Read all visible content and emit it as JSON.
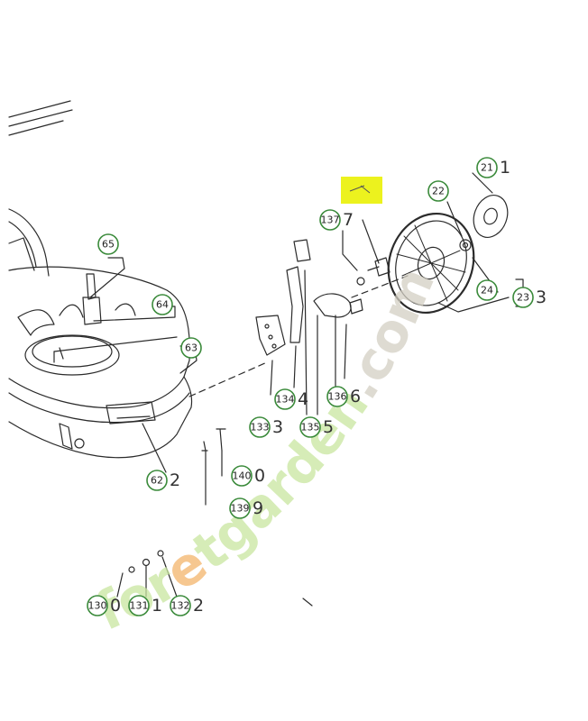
{
  "watermark": {
    "prefix": "for",
    "mid": "e",
    "suffix": "tgarden.com",
    "green": "#c9e6a0",
    "orange": "#f3b56c",
    "gray": "#d4d0c4"
  },
  "highlight_color": "#ecf21e",
  "callout_color": "#3a8a3a",
  "callouts": [
    {
      "label": "21",
      "ghost": "1"
    },
    {
      "label": "22",
      "ghost": ""
    },
    {
      "label": "23",
      "ghost": "3"
    },
    {
      "label": "24",
      "ghost": ""
    },
    {
      "label": "65",
      "ghost": ""
    },
    {
      "label": "64",
      "ghost": ""
    },
    {
      "label": "63",
      "ghost": ""
    },
    {
      "label": "62",
      "ghost": "2"
    },
    {
      "label": "137",
      "ghost": "7"
    },
    {
      "label": "134",
      "ghost": "4"
    },
    {
      "label": "136",
      "ghost": "6"
    },
    {
      "label": "133",
      "ghost": "3"
    },
    {
      "label": "135",
      "ghost": "5"
    },
    {
      "label": "140",
      "ghost": "0"
    },
    {
      "label": "139",
      "ghost": "9"
    },
    {
      "label": "130",
      "ghost": "0"
    },
    {
      "label": "131",
      "ghost": "1"
    },
    {
      "label": "132",
      "ghost": "2"
    }
  ]
}
